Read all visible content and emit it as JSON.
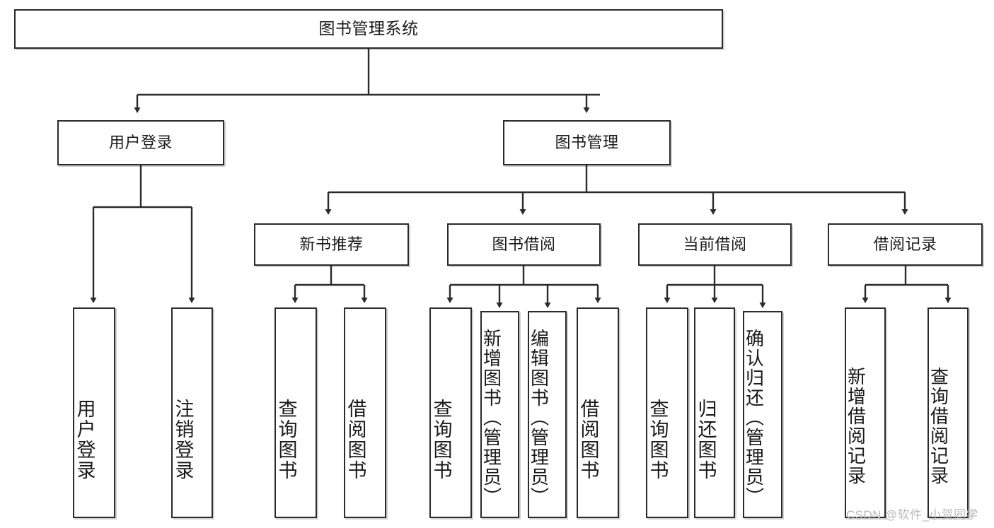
{
  "diagram": {
    "type": "tree-hierarchy-flowchart",
    "title": "图书管理系统",
    "colors": {
      "background": "#ffffff",
      "node_border": "#2b2b2b",
      "node_fill": "#ffffff",
      "connector": "#2b2b2b",
      "text": "#1a1a1a",
      "watermark": "#b9b9b9"
    },
    "levels": {
      "root": {
        "label": "图书管理系统"
      },
      "level1": [
        {
          "id": "user-login",
          "label": "用户登录"
        },
        {
          "id": "book-management",
          "label": "图书管理"
        }
      ],
      "level2": [
        {
          "id": "new-book-recommend",
          "label": "新书推荐",
          "parent": "book-management"
        },
        {
          "id": "book-borrow",
          "label": "图书借阅",
          "parent": "book-management"
        },
        {
          "id": "current-borrow",
          "label": "当前借阅",
          "parent": "book-management"
        },
        {
          "id": "borrow-record",
          "label": "借阅记录",
          "parent": "book-management"
        }
      ],
      "leaves": [
        {
          "id": "leaf-user-login",
          "label": "用户登录",
          "parent": "user-login"
        },
        {
          "id": "leaf-logout",
          "label": "注销登录",
          "parent": "user-login"
        },
        {
          "id": "leaf-query-book-1",
          "label": "查询图书",
          "parent": "new-book-recommend"
        },
        {
          "id": "leaf-borrow-book-1",
          "label": "借阅图书",
          "parent": "new-book-recommend"
        },
        {
          "id": "leaf-query-book-2",
          "label": "查询图书",
          "parent": "book-borrow"
        },
        {
          "id": "leaf-add-book",
          "label": "新增图书（管理员）",
          "parent": "book-borrow"
        },
        {
          "id": "leaf-edit-book",
          "label": "编辑图书（管理员）",
          "parent": "book-borrow"
        },
        {
          "id": "leaf-borrow-book-2",
          "label": "借阅图书",
          "parent": "book-borrow"
        },
        {
          "id": "leaf-query-book-3",
          "label": "查询图书",
          "parent": "current-borrow"
        },
        {
          "id": "leaf-return-book",
          "label": "归还图书",
          "parent": "current-borrow"
        },
        {
          "id": "leaf-confirm-return",
          "label": "确认归还（管理员）",
          "parent": "current-borrow"
        },
        {
          "id": "leaf-add-record",
          "label": "新增借阅记录",
          "parent": "borrow-record"
        },
        {
          "id": "leaf-query-record",
          "label": "查询借阅记录",
          "parent": "borrow-record"
        }
      ]
    },
    "watermark": "CSDN @软件_小贺同学"
  }
}
